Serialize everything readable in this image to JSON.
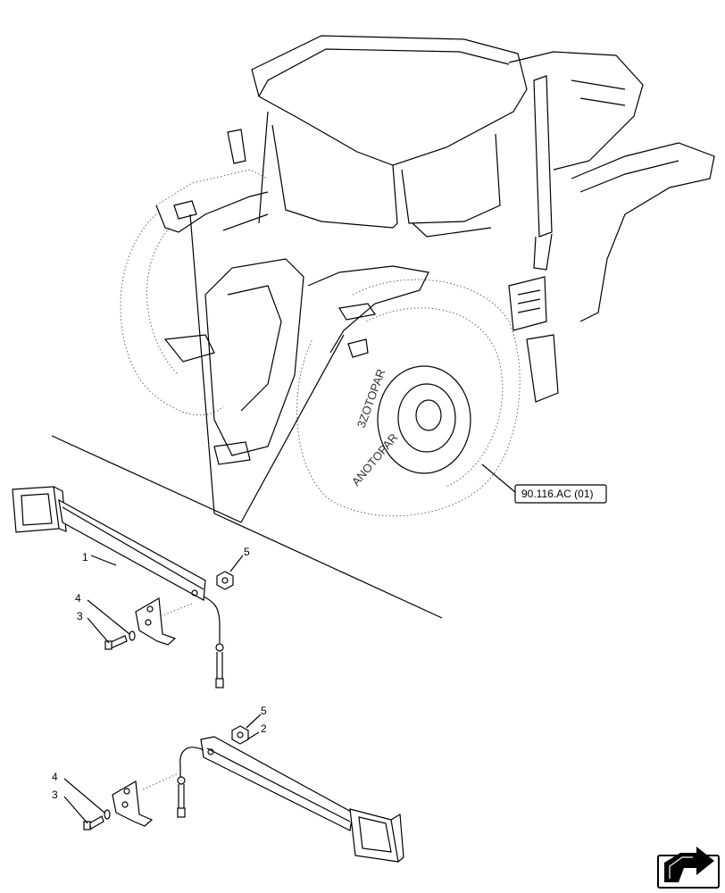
{
  "diagram": {
    "reference_box": "90.116.AC (01)",
    "callouts": [
      {
        "id": "c1",
        "text": "1"
      },
      {
        "id": "c2",
        "text": "2"
      },
      {
        "id": "c3a",
        "text": "3"
      },
      {
        "id": "c3b",
        "text": "3"
      },
      {
        "id": "c4a",
        "text": "4"
      },
      {
        "id": "c4b",
        "text": "4"
      },
      {
        "id": "c5a",
        "text": "5"
      },
      {
        "id": "c5b",
        "text": "5"
      }
    ],
    "nav_icon": "arrow-next-icon"
  }
}
